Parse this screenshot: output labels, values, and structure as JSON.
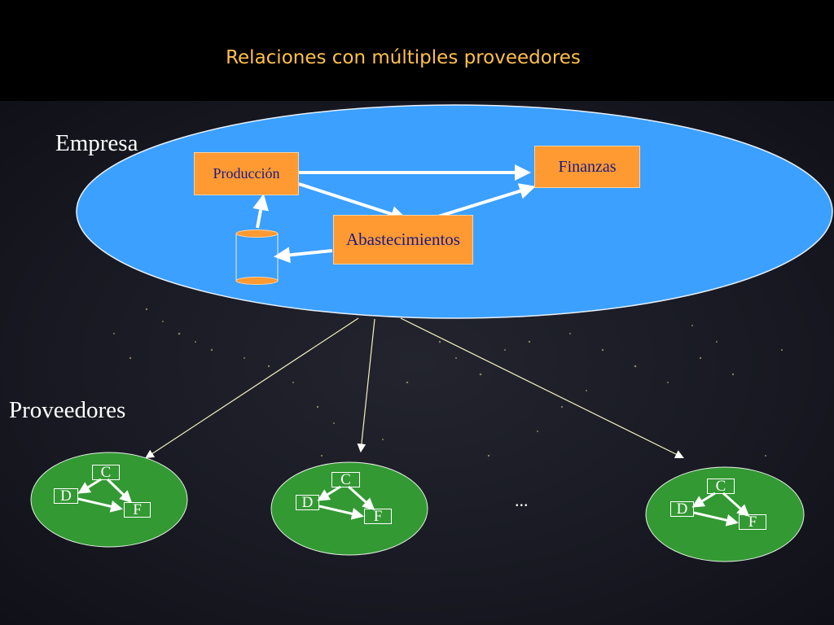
{
  "title": "Relaciones con múltiples proveedores",
  "colors": {
    "title": "#ffc04a",
    "company_ellipse": "#3ba0ff",
    "box_fill": "#ff9a33",
    "box_text": "#1a1a80",
    "supplier_ellipse": "#339933"
  },
  "company": {
    "label": "Empresa",
    "boxes": {
      "produccion": "Producción",
      "finanzas": "Finanzas",
      "abastecimientos": "Abastecimientos"
    }
  },
  "suppliers": {
    "label": "Proveedores",
    "nodes": [
      {
        "c": "C",
        "d": "D",
        "f": "F"
      },
      {
        "c": "C",
        "d": "D",
        "f": "F"
      },
      {
        "c": "C",
        "d": "D",
        "f": "F"
      }
    ],
    "more": "..."
  }
}
